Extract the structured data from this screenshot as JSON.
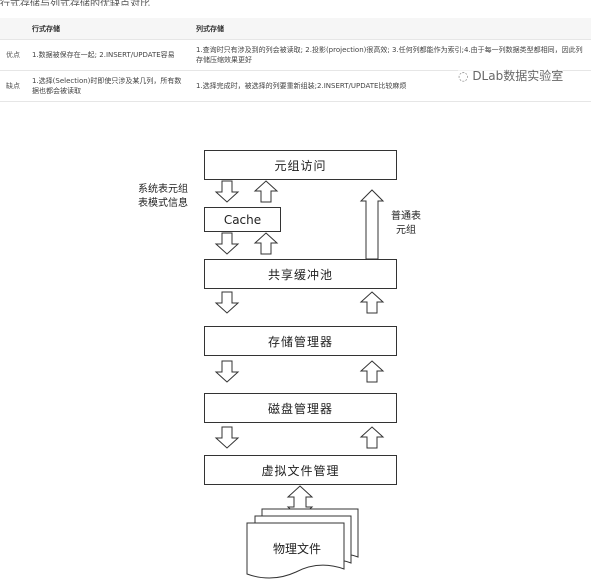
{
  "header": {
    "caption": "行式存储与列式存储的优缺点对比"
  },
  "table": {
    "columns": [
      "",
      "行式存储",
      "列式存储"
    ],
    "rows": [
      {
        "label": "优点",
        "row_store": "1.数据被保存在一起; 2.INSERT/UPDATE容易",
        "column_store": "1.查询时只有涉及到的列会被读取; 2.投影(projection)很高效; 3.任何列都能作为索引;4.由于每一列数据类型都相同，因此列存储压缩效果更好"
      },
      {
        "label": "缺点",
        "row_store": "1.选择(Selection)时即使只涉及某几列，所有数据也都会被读取",
        "column_store": "1.选择完成时，被选择的列要重新组装;2.INSERT/UPDATE比较麻烦"
      }
    ],
    "watermark": "DLab数据实验室"
  },
  "diagram": {
    "boxes": {
      "tuple_access": "元组访问",
      "cache": "Cache",
      "buffer_pool": "共享缓冲池",
      "storage_manager": "存储管理器",
      "disk_manager": "磁盘管理器",
      "vfs_manager": "虚拟文件管理",
      "physical_file": "物理文件"
    },
    "notes": {
      "system_tables": [
        "系统表元组",
        "表模式信息"
      ],
      "normal_tables": [
        "普通表",
        "元组"
      ]
    }
  }
}
